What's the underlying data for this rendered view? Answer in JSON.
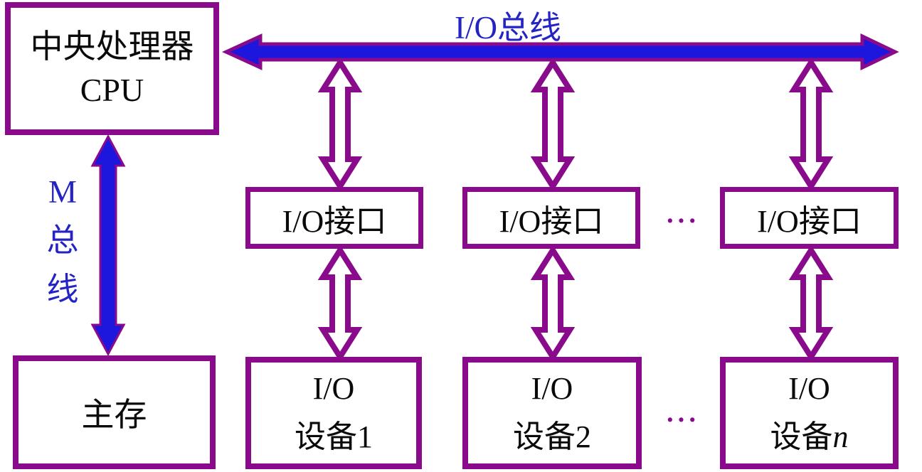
{
  "colors": {
    "purple": "#8A0A8C",
    "bus_blue": "#1D16DC",
    "label_blue": "#2424C4"
  },
  "buses": {
    "io_bus_label": "I/O总线",
    "m_bus_chars": [
      "M",
      "总",
      "线"
    ]
  },
  "nodes": {
    "cpu": {
      "line1": "中央处理器",
      "line2": "CPU"
    },
    "main_memory": "主存",
    "interfaces": [
      "I/O接口",
      "I/O接口",
      "I/O接口"
    ],
    "devices": [
      {
        "line1": "I/O",
        "line2": "设备1",
        "line2_italic": ""
      },
      {
        "line1": "I/O",
        "line2": "设备2",
        "line2_italic": ""
      },
      {
        "line1": "I/O",
        "line2": "设备",
        "line2_italic": "n"
      }
    ]
  },
  "ellipsis": {
    "top": "···",
    "bottom": "···"
  }
}
